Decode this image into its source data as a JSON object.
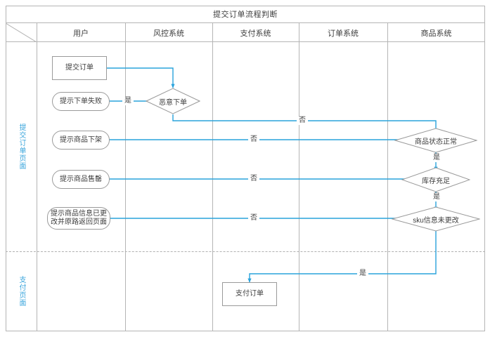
{
  "diagram": {
    "title": "提交订单流程判断",
    "accent_color": "#29a3dc",
    "line_color": "#b5b5b5",
    "node_border_color": "#9a9a9a",
    "text_color": "#3d3d3d"
  },
  "columns": [
    {
      "key": "corner",
      "label": ""
    },
    {
      "key": "user",
      "label": "用户"
    },
    {
      "key": "risk",
      "label": "风控系统"
    },
    {
      "key": "pay",
      "label": "支付系统"
    },
    {
      "key": "order",
      "label": "订单系统"
    },
    {
      "key": "product",
      "label": "商品系统"
    }
  ],
  "lanes": [
    {
      "key": "submit-order-page",
      "label": "提交订单页面"
    },
    {
      "key": "payment-page",
      "label": "支付页面"
    }
  ],
  "nodes": [
    {
      "id": "submit-order",
      "shape": "rect",
      "label": "提交订单"
    },
    {
      "id": "tip-order-failed",
      "shape": "pill",
      "label": "提示下单失败"
    },
    {
      "id": "tip-product-offline",
      "shape": "pill",
      "label": "提示商品下架"
    },
    {
      "id": "tip-product-soldout",
      "shape": "pill",
      "label": "提示商品售罄"
    },
    {
      "id": "tip-sku-changed-l1",
      "shape": "pill",
      "label": "提示商品信息已更"
    },
    {
      "id": "tip-sku-changed-l2",
      "shape": "pill",
      "label": "改并原路返回页面"
    },
    {
      "id": "malicious-order",
      "shape": "diamond",
      "label": "恶意下单"
    },
    {
      "id": "product-status-ok",
      "shape": "diamond",
      "label": "商品状态正常"
    },
    {
      "id": "stock-enough",
      "shape": "diamond",
      "label": "库存充足"
    },
    {
      "id": "sku-unchanged",
      "shape": "diamond",
      "label": "sku信息未更改"
    },
    {
      "id": "pay-order",
      "shape": "rect",
      "label": "支付订单"
    }
  ],
  "edge_labels": [
    {
      "id": "malicious-yes",
      "label": "是"
    },
    {
      "id": "malicious-no",
      "label": "否"
    },
    {
      "id": "product-status-no",
      "label": "否"
    },
    {
      "id": "product-status-yes",
      "label": "是"
    },
    {
      "id": "stock-no",
      "label": "否"
    },
    {
      "id": "stock-yes",
      "label": "是"
    },
    {
      "id": "sku-no",
      "label": "否"
    },
    {
      "id": "sku-yes",
      "label": "是"
    }
  ]
}
